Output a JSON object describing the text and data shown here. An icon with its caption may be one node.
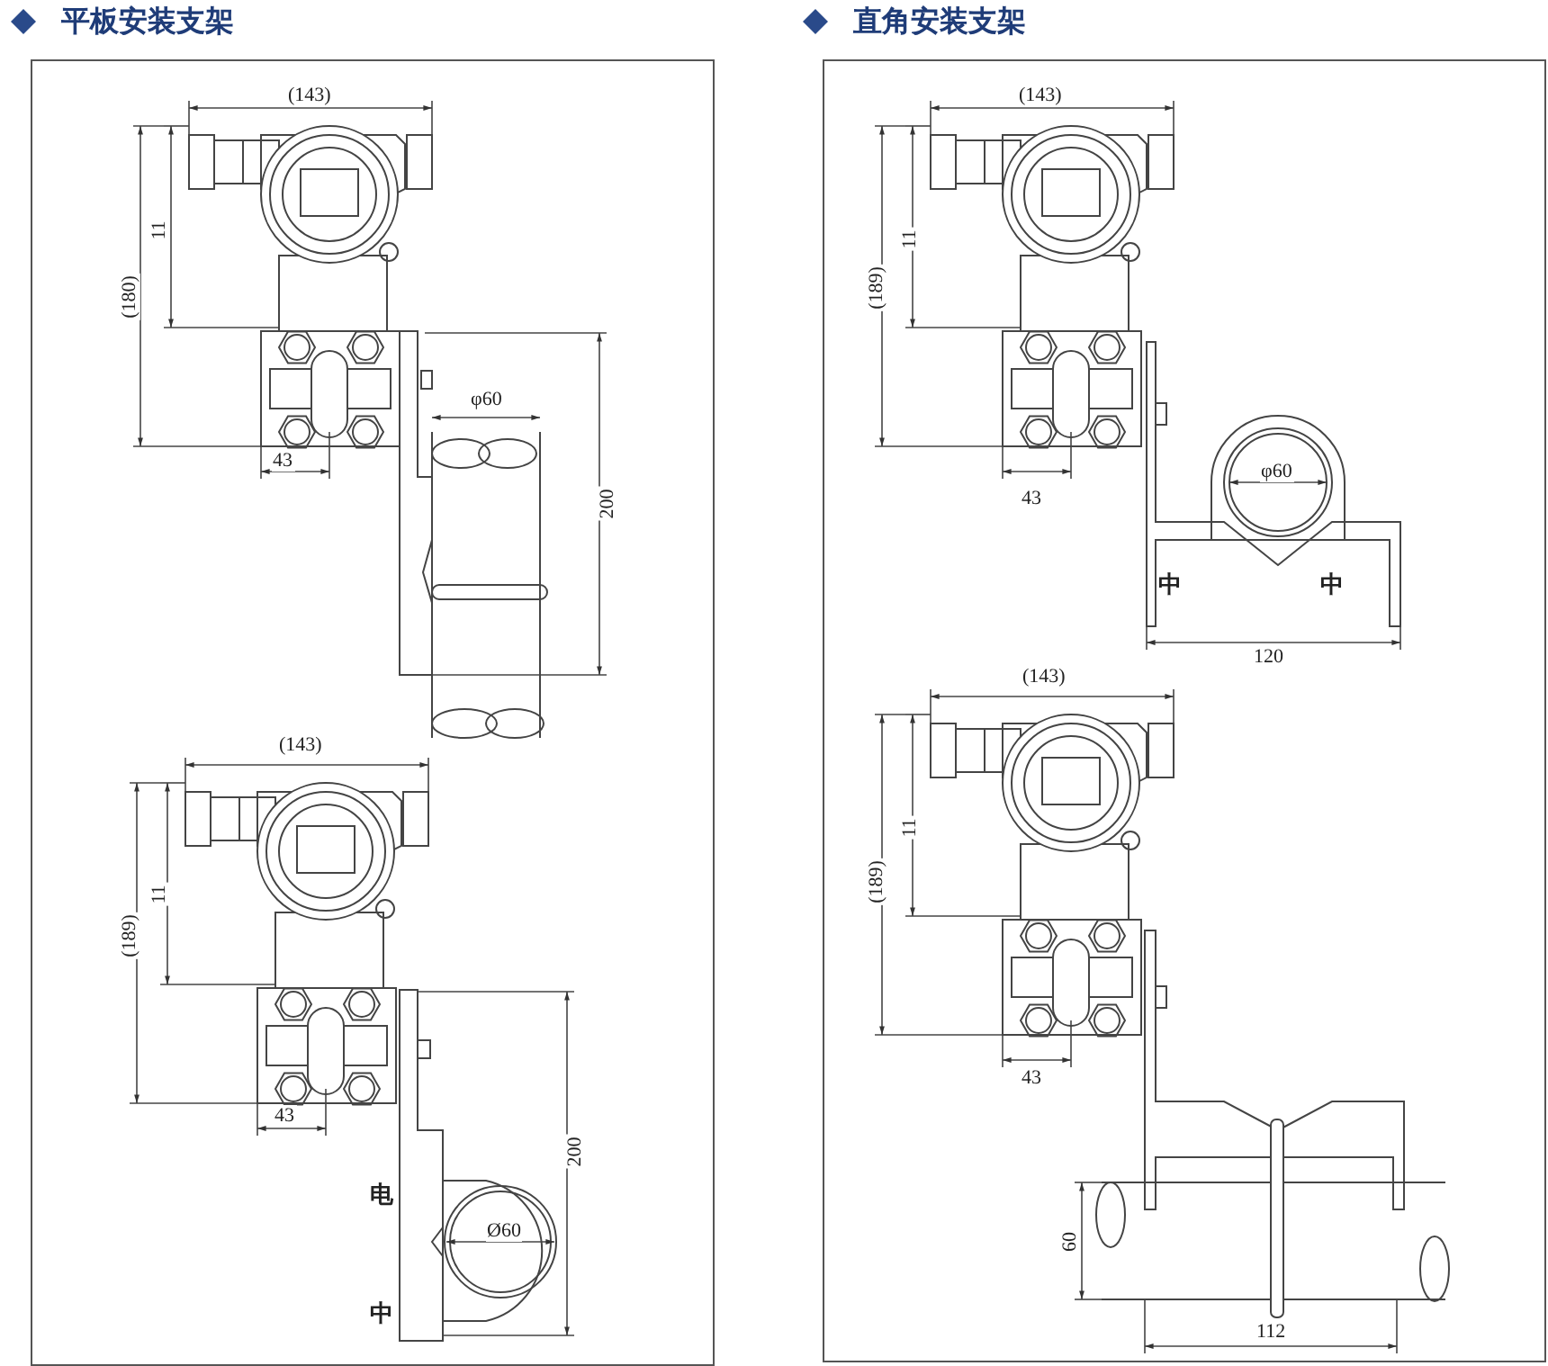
{
  "diagram": {
    "nodes": [
      {
        "text": [
          "平板安装支架"
        ]
      },
      {
        "text": [
          "直角安装支架"
        ]
      }
    ],
    "labels": [
      "(143)",
      "11",
      "(180)",
      "φ60",
      "43",
      "200",
      "(143)",
      "11",
      "(189)",
      "43",
      "200",
      "电",
      "Ø60",
      "中",
      "(143)",
      "11",
      "(189)",
      "43",
      "φ60",
      "中",
      "中",
      "120",
      "(143)",
      "11",
      "(189)",
      "43",
      "60",
      "112"
    ]
  }
}
